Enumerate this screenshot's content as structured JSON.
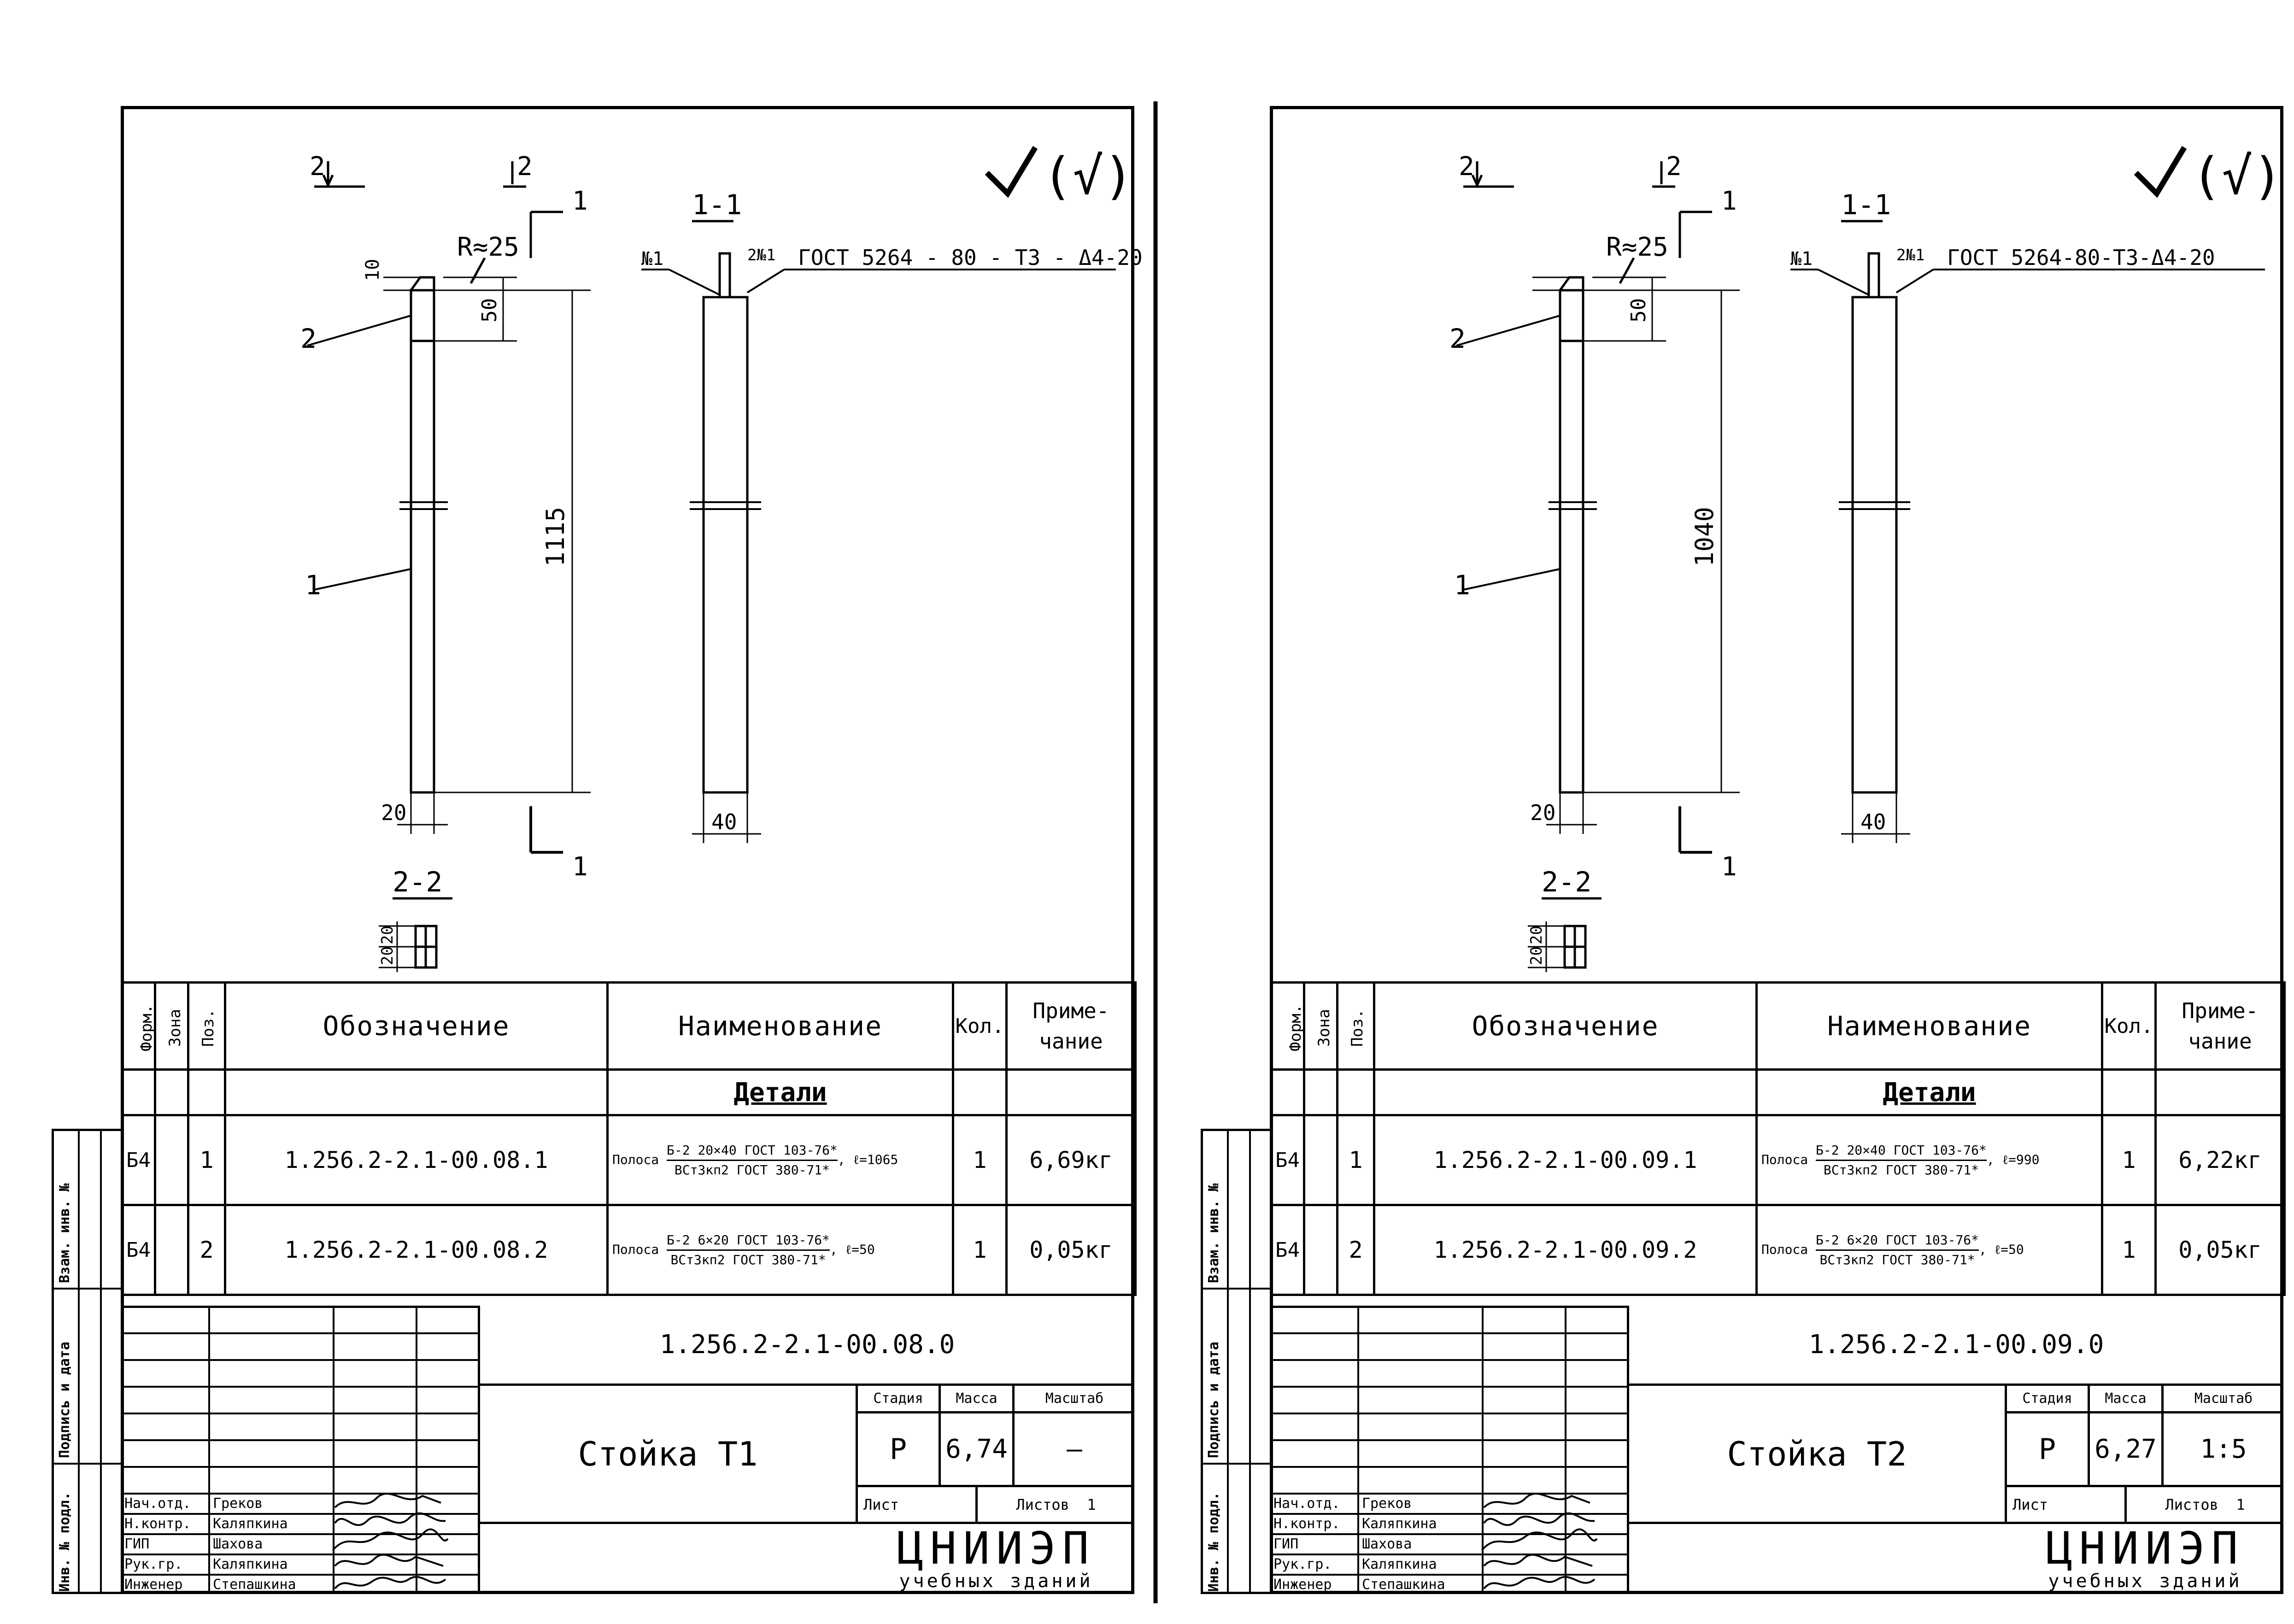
{
  "sheets": [
    {
      "check_mark": "(√)",
      "section_marks": {
        "s2": "2",
        "s1": "1",
        "section_1": "1-1",
        "section_2": "2-2"
      },
      "radius_label": "R≈25",
      "pos_labels": [
        "1",
        "2"
      ],
      "weld_label": "ГОСТ 5264 - 80 - Т3 - Δ4-20",
      "weld_n": "№1",
      "weld_2n": "2№1",
      "dims": {
        "top": "10",
        "tip": "50",
        "length": "1115",
        "width": "20",
        "width2": "40",
        "sec2a": "20",
        "sec2b": "20"
      },
      "spec": {
        "headers": {
          "form": "Форм.",
          "zone": "Зона",
          "pos": "Поз.",
          "designation": "Обозначение",
          "name": "Наименование",
          "qty": "Кол.",
          "note": "Приме-чание"
        },
        "section": "Детали",
        "rows": [
          {
            "form": "Б4",
            "pos": "1",
            "designation": "1.256.2-2.1-00.08.1",
            "name_prefix": "Полоса",
            "name_top": "Б-2 20×40 ГОСТ 103-76*",
            "name_bottom": "ВСт3кп2 ГОСТ 380-71*",
            "name_suffix": ", ℓ=1065",
            "qty": "1",
            "note": "6,69кг"
          },
          {
            "form": "Б4",
            "pos": "2",
            "designation": "1.256.2-2.1-00.08.2",
            "name_prefix": "Полоса",
            "name_top": "Б-2 6×20 ГОСТ 103-76*",
            "name_bottom": "ВСт3кп2 ГОСТ 380-71*",
            "name_suffix": ", ℓ=50",
            "qty": "1",
            "note": "0,05кг"
          }
        ]
      },
      "strip": {
        "a": "Взам. инв. №",
        "b": "Подпись и дата",
        "c": "Инв. № подл."
      },
      "title_block": {
        "code": "1.256.2-2.1-00.08.0",
        "title": "Стойка Т1",
        "stage_label": "Стадия",
        "mass_label": "Масса",
        "scale_label": "Масштаб",
        "stage": "Р",
        "mass": "6,74",
        "scale": "–",
        "sheet_label": "Лист",
        "sheets_label": "Листов",
        "sheets": "1",
        "org": "ЦНИИЭП",
        "org_sub": "учебных зданий",
        "people": [
          {
            "role": "Нач.отд.",
            "name": "Греков"
          },
          {
            "role": "Н.контр.",
            "name": "Каляпкина"
          },
          {
            "role": "ГИП",
            "name": "Шахова"
          },
          {
            "role": "Рук.гр.",
            "name": "Каляпкина"
          },
          {
            "role": "Инженер",
            "name": "Степашкина"
          }
        ]
      }
    },
    {
      "check_mark": "(√)",
      "section_marks": {
        "s2": "2",
        "s1": "1",
        "section_1": "1-1",
        "section_2": "2-2"
      },
      "radius_label": "R≈25",
      "pos_labels": [
        "1",
        "2"
      ],
      "weld_label": "ГОСТ 5264-80-Т3-Δ4-20",
      "weld_n": "№1",
      "weld_2n": "2№1",
      "dims": {
        "top": "",
        "tip": "50",
        "length": "1040",
        "width": "20",
        "width2": "40",
        "sec2a": "20",
        "sec2b": "20"
      },
      "spec": {
        "headers": {
          "form": "Форм.",
          "zone": "Зона",
          "pos": "Поз.",
          "designation": "Обозначение",
          "name": "Наименование",
          "qty": "Кол.",
          "note": "Приме-чание"
        },
        "section": "Детали",
        "rows": [
          {
            "form": "Б4",
            "pos": "1",
            "designation": "1.256.2-2.1-00.09.1",
            "name_prefix": "Полоса",
            "name_top": "Б-2 20×40 ГОСТ 103-76*",
            "name_bottom": "ВСт3кп2 ГОСТ 380-71*",
            "name_suffix": ", ℓ=990",
            "qty": "1",
            "note": "6,22кг"
          },
          {
            "form": "Б4",
            "pos": "2",
            "designation": "1.256.2-2.1-00.09.2",
            "name_prefix": "Полоса",
            "name_top": "Б-2 6×20 ГОСТ 103-76*",
            "name_bottom": "ВСт3кп2 ГОСТ 380-71*",
            "name_suffix": ", ℓ=50",
            "qty": "1",
            "note": "0,05кг"
          }
        ]
      },
      "strip": {
        "a": "Взам. инв. №",
        "b": "Подпись и дата",
        "c": "Инв. № подл."
      },
      "title_block": {
        "code": "1.256.2-2.1-00.09.0",
        "title": "Стойка Т2",
        "stage_label": "Стадия",
        "mass_label": "Масса",
        "scale_label": "Масштаб",
        "stage": "Р",
        "mass": "6,27",
        "scale": "1:5",
        "sheet_label": "Лист",
        "sheets_label": "Листов",
        "sheets": "1",
        "org": "ЦНИИЭП",
        "org_sub": "учебных зданий",
        "people": [
          {
            "role": "Нач.отд.",
            "name": "Греков"
          },
          {
            "role": "Н.контр.",
            "name": "Каляпкина"
          },
          {
            "role": "ГИП",
            "name": "Шахова"
          },
          {
            "role": "Рук.гр.",
            "name": "Каляпкина"
          },
          {
            "role": "Инженер",
            "name": "Степашкина"
          }
        ]
      }
    }
  ]
}
